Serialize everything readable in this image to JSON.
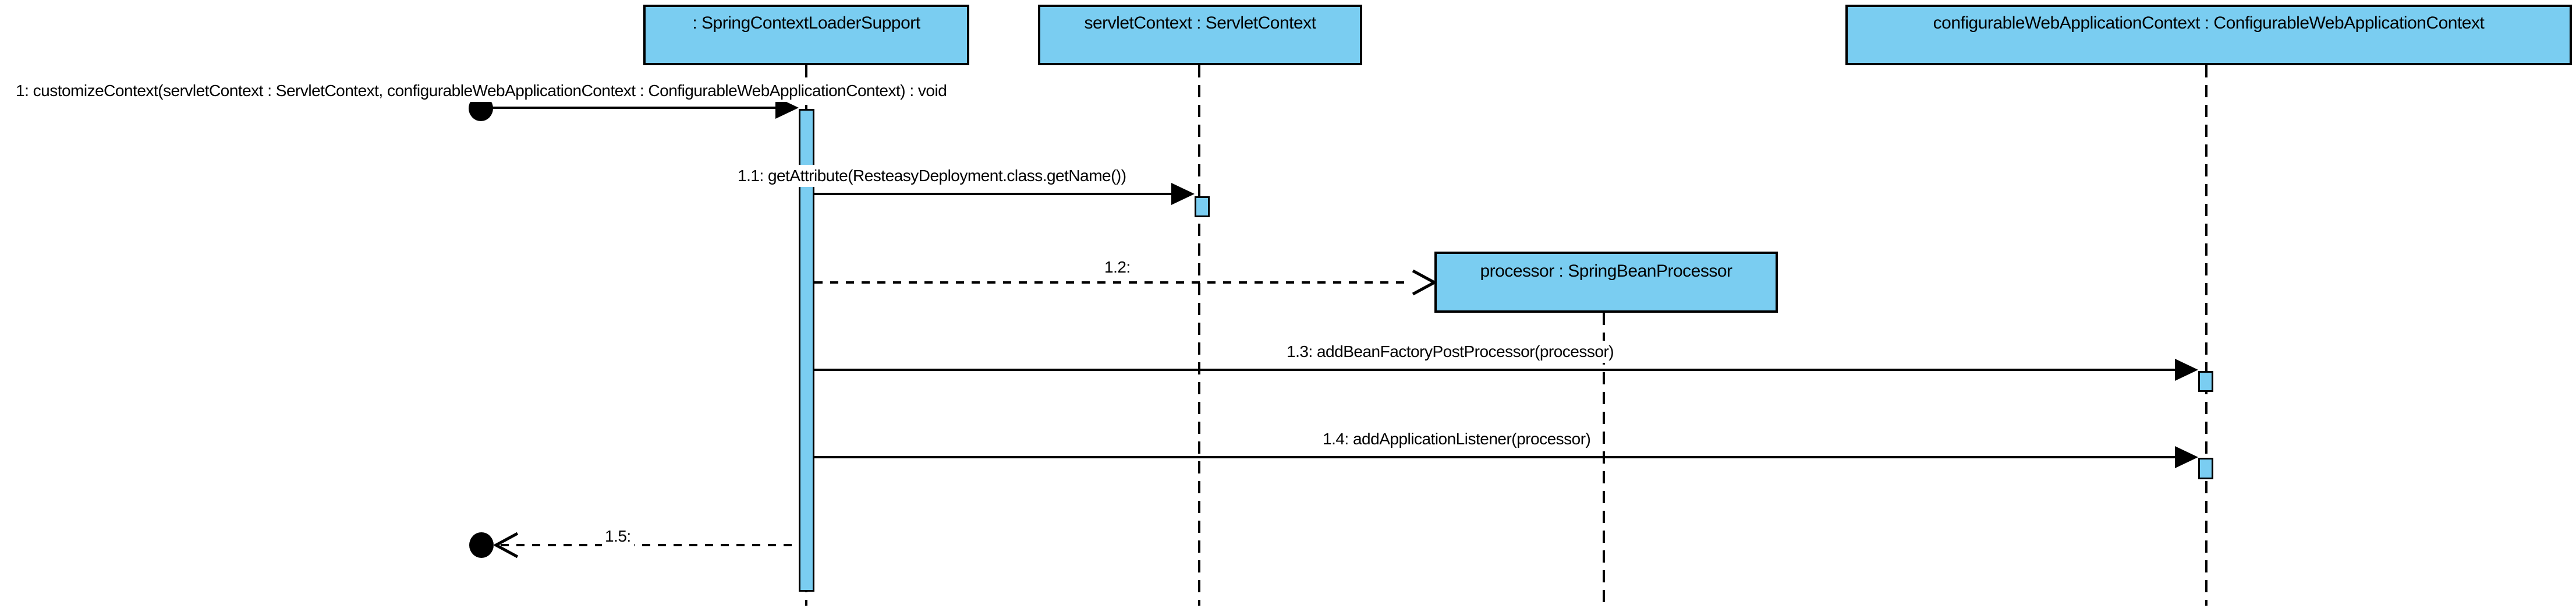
{
  "diagram": {
    "kind": "uml-sequence-diagram",
    "colors": {
      "object_fill": "#7ACDF1",
      "line": "#000000",
      "background": "#FFFFFF",
      "label_background": "#FFFFFF"
    },
    "participants": [
      {
        "id": "springContextLoaderSupport",
        "label": ": SpringContextLoaderSupport"
      },
      {
        "id": "servletContext",
        "label": "servletContext : ServletContext"
      },
      {
        "id": "processor",
        "label": "processor : SpringBeanProcessor",
        "created_during_sequence": true
      },
      {
        "id": "configurableWebApplicationContext",
        "label": "configurableWebApplicationContext : ConfigurableWebApplicationContext"
      }
    ],
    "messages": [
      {
        "seq": "1",
        "label": "1: customizeContext(servletContext : ServletContext, configurableWebApplicationContext : ConfigurableWebApplicationContext) : void",
        "from": "found-message-start",
        "to": ": SpringContextLoaderSupport",
        "style": "solid-filled-arrow"
      },
      {
        "seq": "1.1",
        "label": "1.1: getAttribute(ResteasyDeployment.class.getName())",
        "from": ": SpringContextLoaderSupport",
        "to": "servletContext : ServletContext",
        "style": "solid-filled-arrow"
      },
      {
        "seq": "1.2",
        "label": "1.2:",
        "from": ": SpringContextLoaderSupport",
        "to": "processor : SpringBeanProcessor",
        "style": "dashed-open-arrow-create"
      },
      {
        "seq": "1.3",
        "label": "1.3: addBeanFactoryPostProcessor(processor)",
        "from": ": SpringContextLoaderSupport",
        "to": "configurableWebApplicationContext : ConfigurableWebApplicationContext",
        "style": "solid-filled-arrow"
      },
      {
        "seq": "1.4",
        "label": "1.4: addApplicationListener(processor)",
        "from": ": SpringContextLoaderSupport",
        "to": "configurableWebApplicationContext : ConfigurableWebApplicationContext",
        "style": "solid-filled-arrow"
      },
      {
        "seq": "1.5",
        "label": "1.5:",
        "from": ": SpringContextLoaderSupport",
        "to": "return-endpoint",
        "style": "dashed-open-arrow-return"
      }
    ]
  }
}
